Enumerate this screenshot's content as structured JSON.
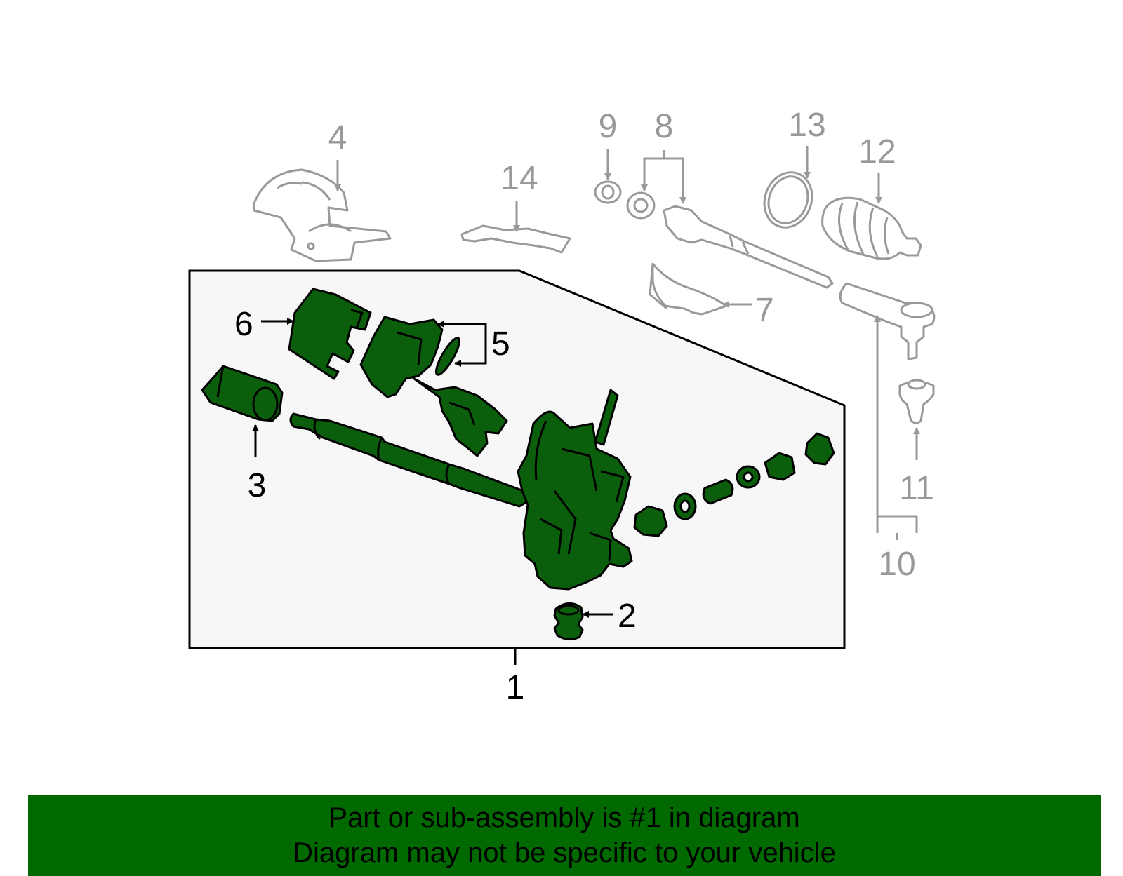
{
  "colors": {
    "part_fill": "#0b5e0b",
    "gray_outline": "#999999",
    "panel_fill": "#f7f7f7",
    "banner_bg": "#006a00"
  },
  "callouts": {
    "c1": "1",
    "c2": "2",
    "c3": "3",
    "c4": "4",
    "c5": "5",
    "c6": "6",
    "c7": "7",
    "c8": "8",
    "c9": "9",
    "c10": "10",
    "c11": "11",
    "c12": "12",
    "c13": "13",
    "c14": "14"
  },
  "banner": {
    "line1": "Part or sub-assembly is #1 in diagram",
    "line2": "Diagram may not be specific to your vehicle"
  }
}
